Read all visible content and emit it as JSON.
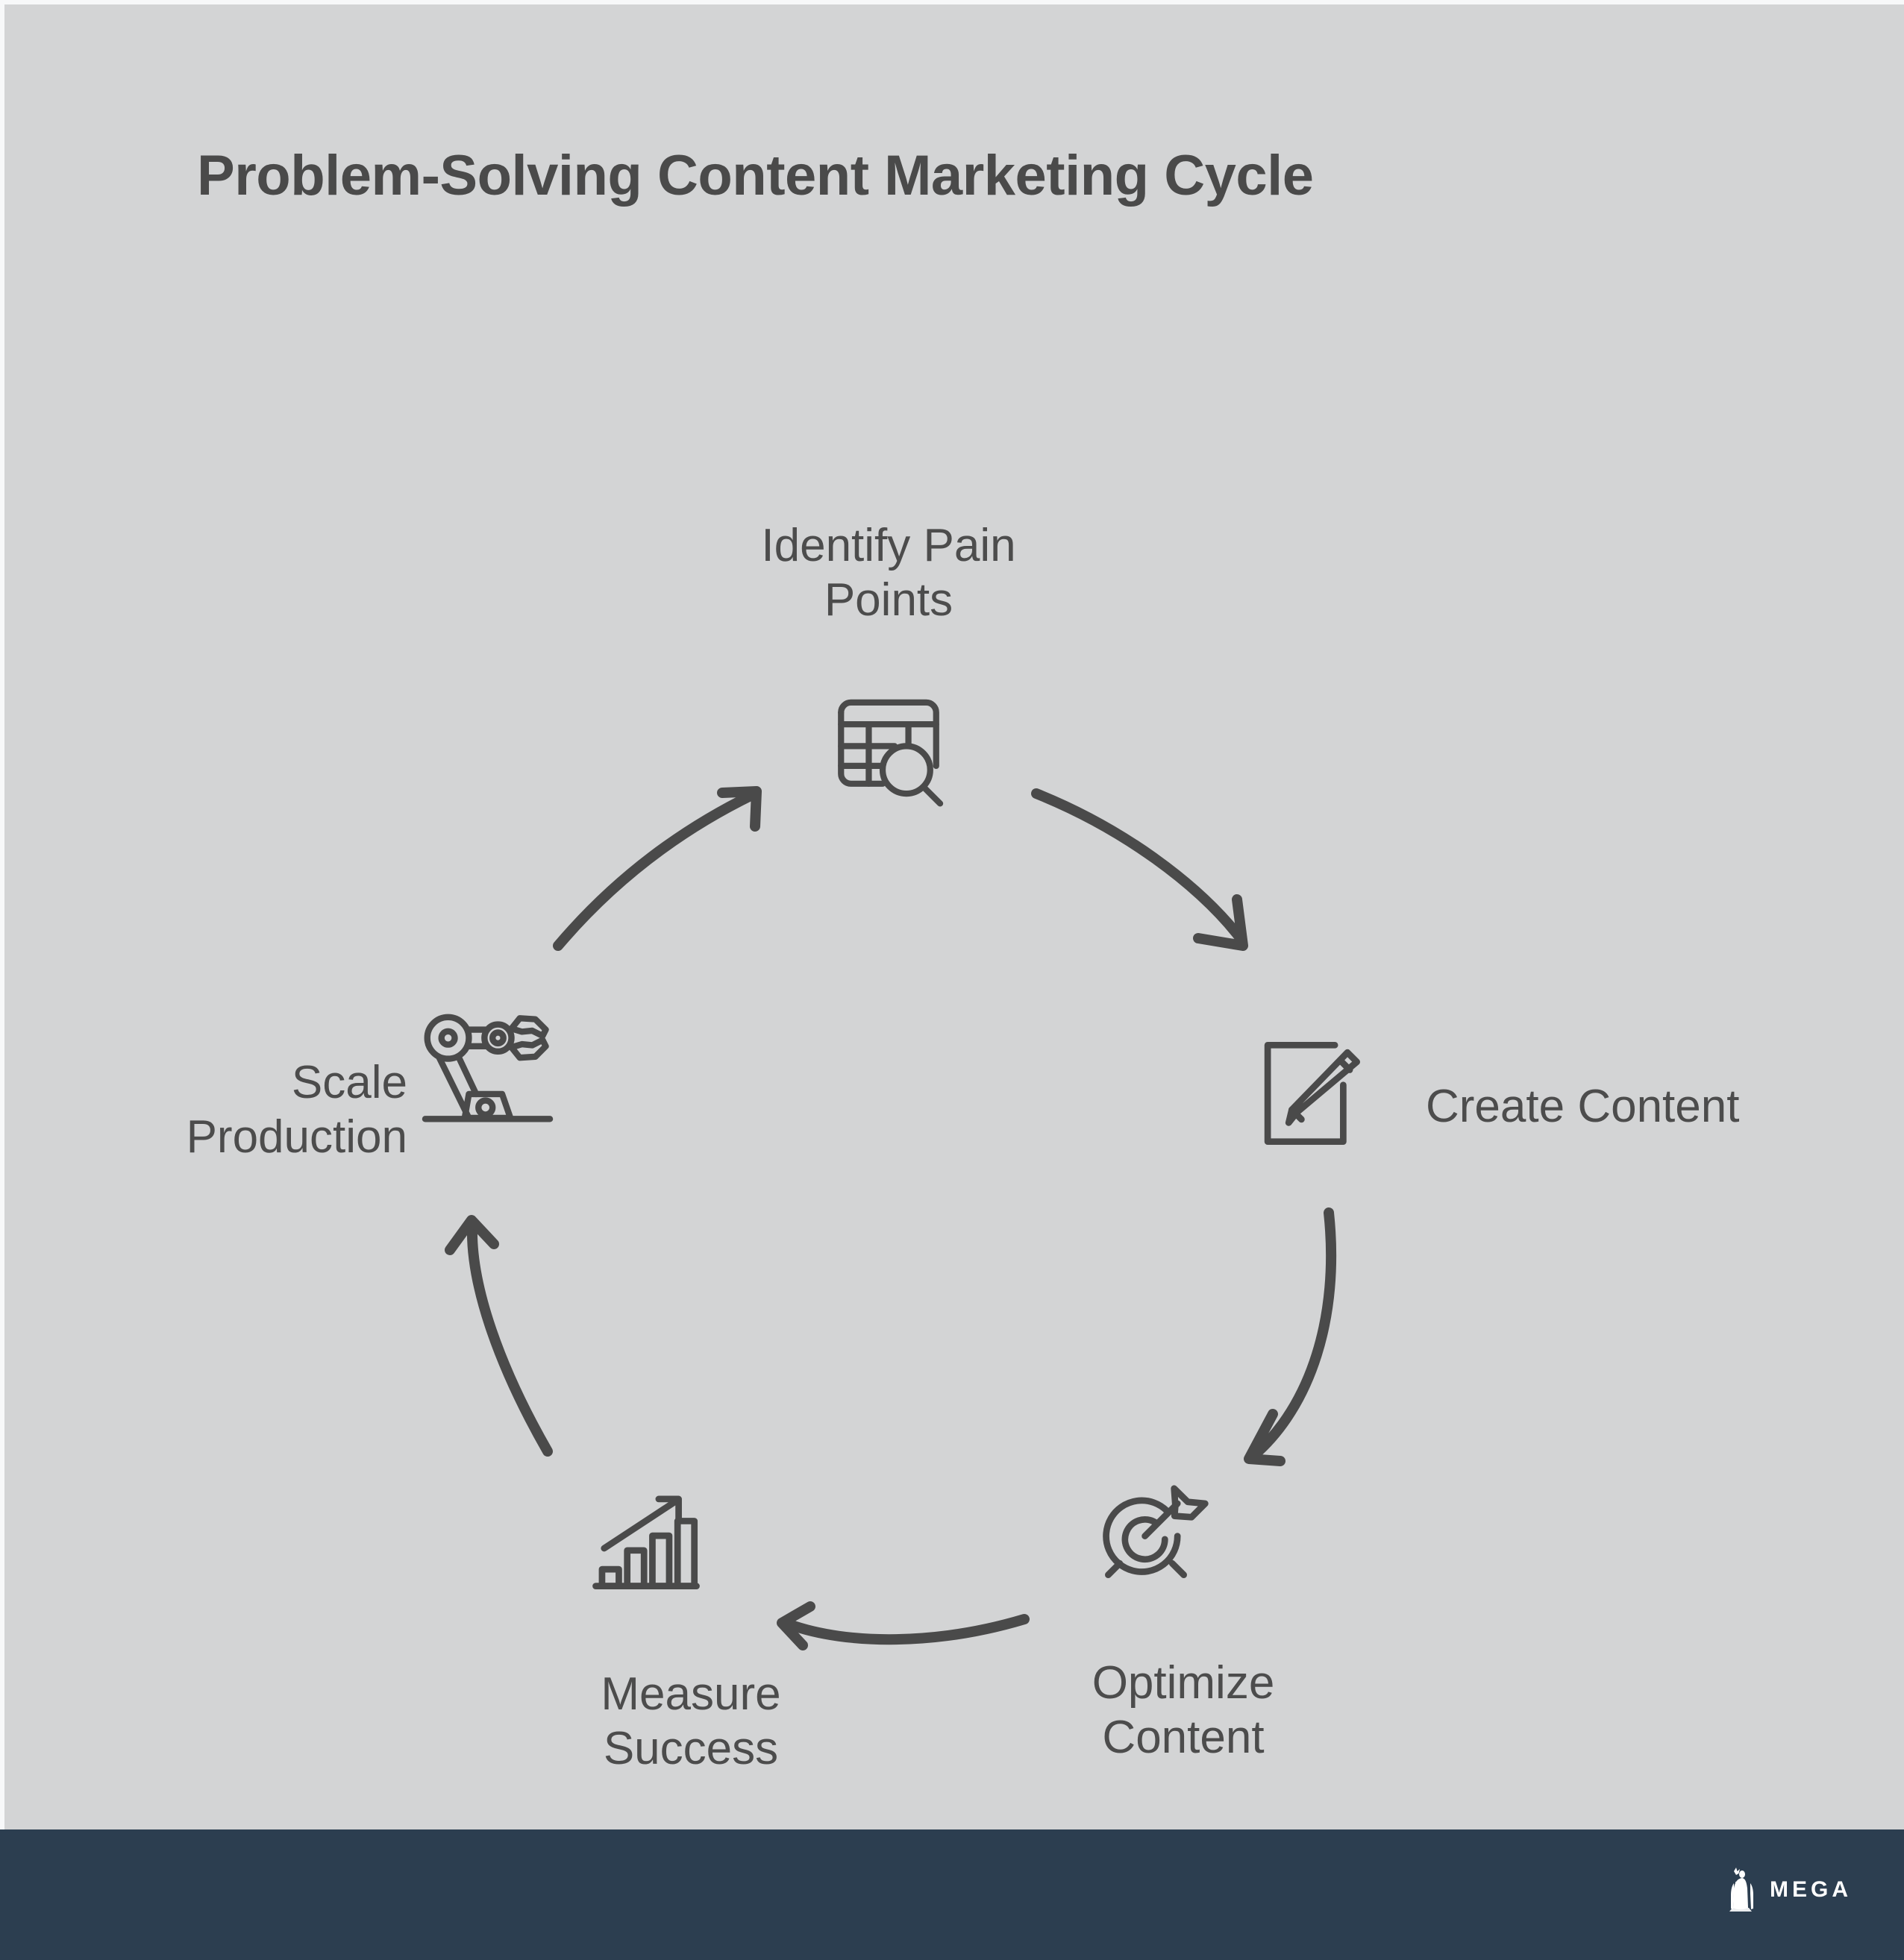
{
  "page": {
    "title": "Problem-Solving Content Marketing Cycle",
    "background_color": "#d3d4d5",
    "text_color": "#4a4a4a",
    "stroke_color": "#4a4a4a"
  },
  "diagram": {
    "type": "cycle",
    "direction": "clockwise",
    "node_count": 5,
    "nodes": [
      {
        "id": "identify-pain-points",
        "label": "Identify Pain\nPoints",
        "icon": "table-search-icon",
        "position": "top"
      },
      {
        "id": "create-content",
        "label": "Create Content",
        "icon": "pencil-square-icon",
        "position": "right"
      },
      {
        "id": "optimize-content",
        "label": "Optimize\nContent",
        "icon": "target-arrow-icon",
        "position": "bottom-right"
      },
      {
        "id": "measure-success",
        "label": "Measure\nSuccess",
        "icon": "growth-bar-chart-icon",
        "position": "bottom-left"
      },
      {
        "id": "scale-production",
        "label": "Scale\nProduction",
        "icon": "robotic-arm-icon",
        "position": "left"
      }
    ],
    "connectors": [
      {
        "id": "identify-to-create",
        "from": "identify-pain-points",
        "to": "create-content",
        "style": "curved-arrow"
      },
      {
        "id": "create-to-optimize",
        "from": "create-content",
        "to": "optimize-content",
        "style": "curved-arrow"
      },
      {
        "id": "optimize-to-measure",
        "from": "optimize-content",
        "to": "measure-success",
        "style": "curved-arrow"
      },
      {
        "id": "measure-to-scale",
        "from": "measure-success",
        "to": "scale-production",
        "style": "curved-arrow"
      },
      {
        "id": "scale-to-identify",
        "from": "scale-production",
        "to": "identify-pain-points",
        "style": "curved-arrow"
      }
    ]
  },
  "footer": {
    "background_color": "#2c3e50",
    "logo_text": "MEGA",
    "logo_mark": "statue-figure-icon"
  }
}
